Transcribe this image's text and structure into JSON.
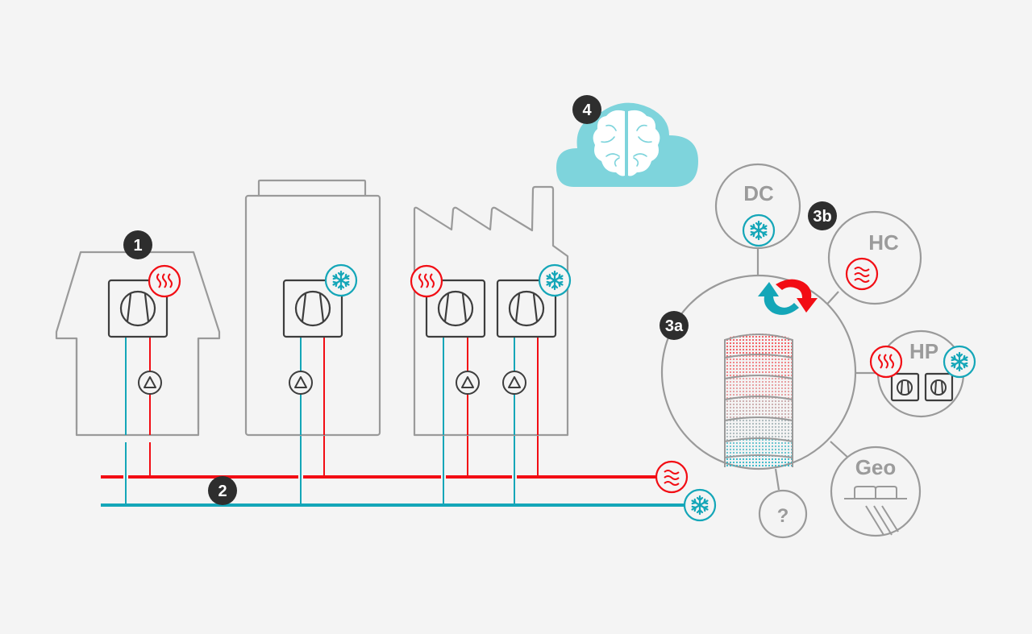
{
  "diagram": {
    "title": "Thermal network with heat pumps, storage and cloud intelligence",
    "colors": {
      "background": "#f4f4f4",
      "hot": "#f20d14",
      "cold": "#14a6b8",
      "outline": "#9a9a9a",
      "unit": "#3d3d3d",
      "badge": "#2e2e2e",
      "cloud": "#7ed4dc",
      "label_gray": "#9b9b9b"
    },
    "badges": [
      {
        "id": "1",
        "label": "1",
        "refers_to": "house"
      },
      {
        "id": "2",
        "label": "2",
        "refers_to": "network"
      },
      {
        "id": "3a",
        "label": "3a",
        "refers_to": "storage"
      },
      {
        "id": "3b",
        "label": "3b",
        "refers_to": "sources"
      },
      {
        "id": "4",
        "label": "4",
        "refers_to": "cloud-brain"
      }
    ],
    "buildings": [
      {
        "type": "house",
        "units": [
          {
            "mode": "heating",
            "icon": "heat-waves-icon"
          }
        ]
      },
      {
        "type": "office",
        "units": [
          {
            "mode": "cooling",
            "icon": "snowflake-icon"
          }
        ]
      },
      {
        "type": "factory",
        "units": [
          {
            "mode": "heating",
            "icon": "heat-waves-icon"
          },
          {
            "mode": "cooling",
            "icon": "snowflake-icon"
          }
        ]
      }
    ],
    "network": {
      "lines": [
        {
          "name": "warm-line",
          "icon": "warm-water-icon"
        },
        {
          "name": "cold-line",
          "icon": "snowflake-icon"
        }
      ]
    },
    "storage": {
      "layers": 7,
      "layer_colors": [
        "#f2545a",
        "#f07a7e",
        "#e6999b",
        "#c9a9aa",
        "#a9b7ba",
        "#5fc0cc",
        "#2fb6c6"
      ]
    },
    "sources": [
      {
        "label": "DC",
        "icon": "snowflake-icon"
      },
      {
        "label": "HC",
        "icon": "warm-water-icon"
      },
      {
        "label": "HP",
        "icons": [
          "heat-waves-icon",
          "snowflake-icon"
        ]
      },
      {
        "label": "Geo",
        "icon": "geothermal-icon"
      },
      {
        "label": "?",
        "icon": "unknown-icon"
      }
    ]
  }
}
